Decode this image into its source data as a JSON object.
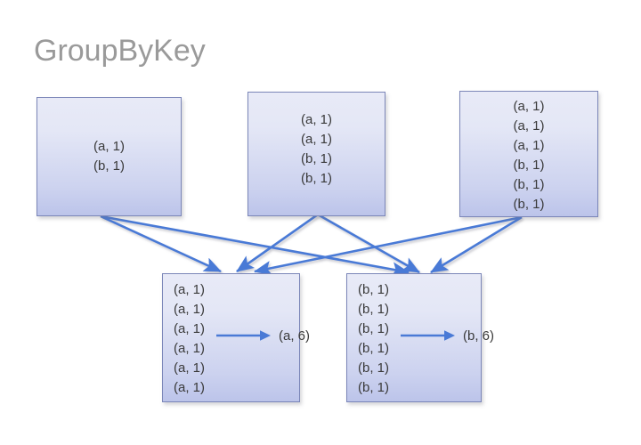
{
  "diagram": {
    "title": "GroupByKey",
    "accent_color": "#4a7ad6",
    "box_border_color": "#7b86b8",
    "text_color": "#3a3a3a",
    "title_color": "#9a9a9a",
    "background_color": "#ffffff"
  },
  "input_boxes": [
    {
      "id": "input-1",
      "lines": [
        "(a, 1)",
        "(b, 1)"
      ]
    },
    {
      "id": "input-2",
      "lines": [
        "(a, 1)",
        "(a, 1)",
        "(b, 1)",
        "(b, 1)"
      ]
    },
    {
      "id": "input-3",
      "lines": [
        "(a, 1)",
        "(a, 1)",
        "(a, 1)",
        "(b, 1)",
        "(b, 1)",
        "(b, 1)"
      ]
    }
  ],
  "grouped_boxes": [
    {
      "id": "grouped-a",
      "key": "a",
      "lines": [
        "(a, 1)",
        "(a, 1)",
        "(a, 1)",
        "(a, 1)",
        "(a, 1)",
        "(a, 1)"
      ],
      "result": "(a, 6)"
    },
    {
      "id": "grouped-b",
      "key": "b",
      "lines": [
        "(b, 1)",
        "(b, 1)",
        "(b, 1)",
        "(b, 1)",
        "(b, 1)",
        "(b, 1)"
      ],
      "result": "(b, 6)"
    }
  ],
  "connectors": [
    {
      "from": "input-1",
      "to": "grouped-a"
    },
    {
      "from": "input-1",
      "to": "grouped-b"
    },
    {
      "from": "input-2",
      "to": "grouped-a"
    },
    {
      "from": "input-2",
      "to": "grouped-b"
    },
    {
      "from": "input-3",
      "to": "grouped-a"
    },
    {
      "from": "input-3",
      "to": "grouped-b"
    }
  ]
}
